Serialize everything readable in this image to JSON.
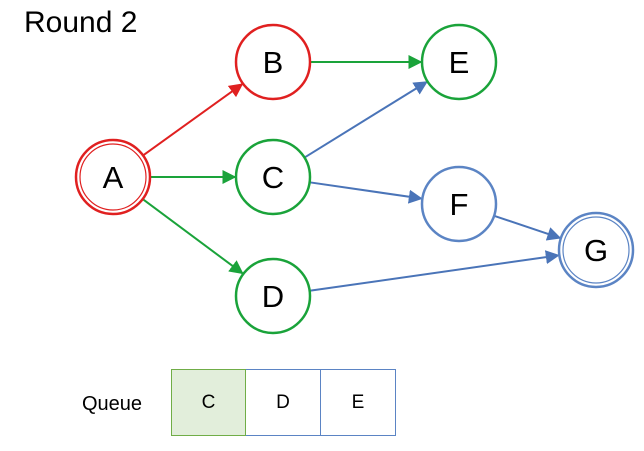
{
  "title": "Round 2",
  "nodes": [
    {
      "id": "A",
      "label": "A",
      "color": "#e02020",
      "double": true
    },
    {
      "id": "B",
      "label": "B",
      "color": "#e02020",
      "double": false
    },
    {
      "id": "C",
      "label": "C",
      "color": "#1aa33a",
      "double": false
    },
    {
      "id": "D",
      "label": "D",
      "color": "#1aa33a",
      "double": false
    },
    {
      "id": "E",
      "label": "E",
      "color": "#1aa33a",
      "double": false
    },
    {
      "id": "F",
      "label": "F",
      "color": "#5b84c4",
      "double": false
    },
    {
      "id": "G",
      "label": "G",
      "color": "#5b84c4",
      "double": true
    }
  ],
  "edges": [
    {
      "from": "A",
      "to": "B",
      "color": "#e02020"
    },
    {
      "from": "A",
      "to": "C",
      "color": "#1aa33a"
    },
    {
      "from": "A",
      "to": "D",
      "color": "#1aa33a"
    },
    {
      "from": "B",
      "to": "E",
      "color": "#1aa33a"
    },
    {
      "from": "C",
      "to": "E",
      "color": "#4a74b8"
    },
    {
      "from": "C",
      "to": "F",
      "color": "#4a74b8"
    },
    {
      "from": "F",
      "to": "G",
      "color": "#4a74b8"
    },
    {
      "from": "D",
      "to": "G",
      "color": "#4a74b8"
    }
  ],
  "queue": {
    "label": "Queue",
    "items": [
      {
        "label": "C",
        "fill": "#e2eedb"
      },
      {
        "label": "D",
        "fill": "#ffffff"
      },
      {
        "label": "E",
        "fill": "#ffffff"
      }
    ]
  }
}
